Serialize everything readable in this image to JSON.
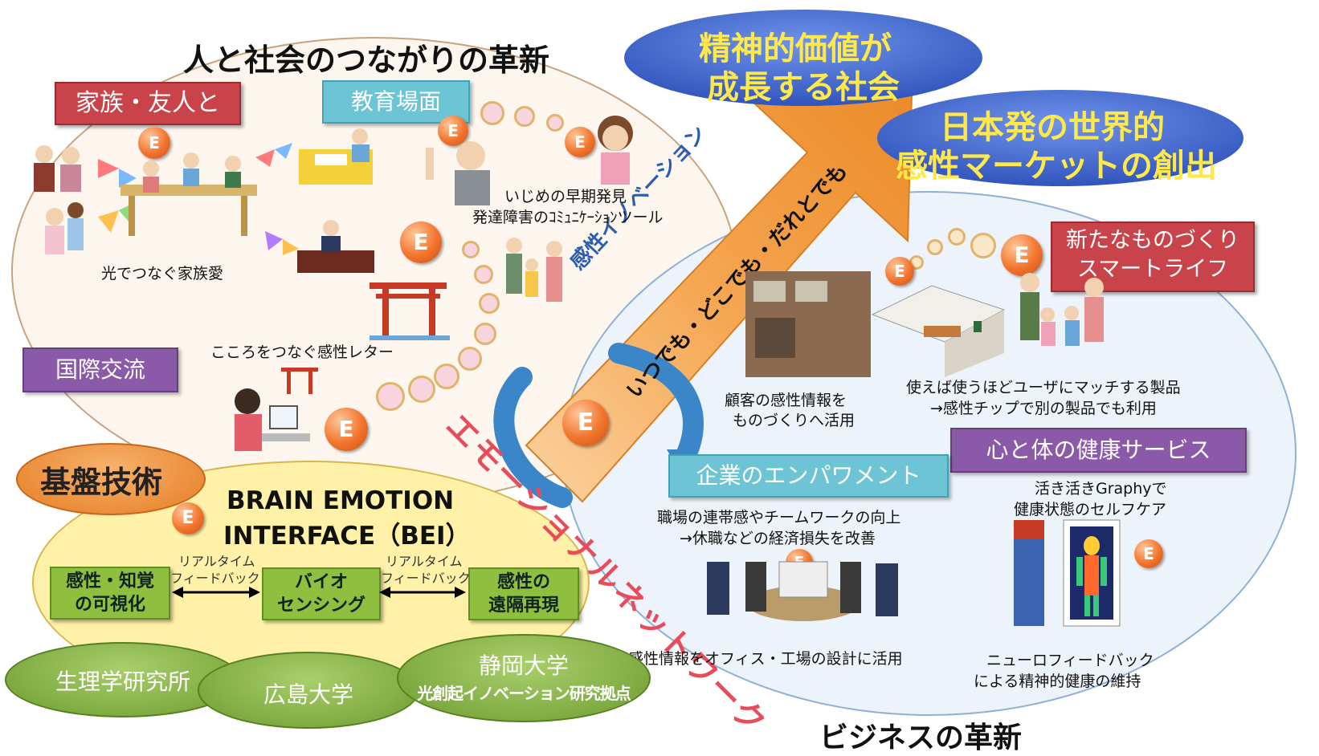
{
  "titles": {
    "society": "人と社会のつながりの革新",
    "business": "ビジネスの革新",
    "spiritual_line1": "精神的価値が",
    "spiritual_line2": "成長する社会",
    "market_line1": "日本発の世界的",
    "market_line2": "感性マーケットの創出"
  },
  "arrow": {
    "line1": "感性イノベーション",
    "line2": "いつでも・どこでも・だれとでも"
  },
  "network_label": "エモーショナルネットワーク",
  "categories": {
    "family": "家族・友人と",
    "education": "教育場面",
    "international": "国際交流",
    "manufacturing_line1": "新たなものづくり",
    "manufacturing_line2": "スマートライフ",
    "health": "心と体の健康サービス",
    "empowerment": "企業のエンパワメント",
    "foundation": "基盤技術"
  },
  "captions": {
    "family_love": "光でつなぐ家族愛",
    "bullying_line1": "いじめの早期発見",
    "bullying_line2": "発達障害のｺﾐｭﾆｹｰｼｮﾝツール",
    "kansei_letter": "こころをつなぐ感性レター",
    "customer_line1": "顧客の感性情報を",
    "customer_line2": "ものづくりへ活用",
    "product_line1": "使えば使うほどユーザにマッチする製品",
    "product_line2": "→感性チップで別の製品でも利用",
    "workplace_line1": "職場の連帯感やチームワークの向上",
    "workplace_line2": "→休職などの経済損失を改善",
    "office": "感性情報をオフィス・工場の設計に活用",
    "graphy_line1": "活き活きGraphyで",
    "graphy_line2": "健康状態のセルフケア",
    "neuro_line1": "ニューロフィードバック",
    "neuro_line2": "による精神的健康の維持"
  },
  "bei": {
    "title_line1": "BRAIN EMOTION",
    "title_line2": "INTERFACE（BEI）",
    "box1_line1": "感性・知覚",
    "box1_line2": "の可視化",
    "box2_line1": "バイオ",
    "box2_line2": "センシング",
    "box3_line1": "感性の",
    "box3_line2": "遠隔再現",
    "feedback_line1": "リアルタイム",
    "feedback_line2": "フィードバック"
  },
  "institutions": {
    "nips": "生理学研究所",
    "hiroshima": "広島大学",
    "shizuoka_line1": "静岡大学",
    "shizuoka_line2": "光創起イノベーション研究拠点"
  },
  "badge_letter": "E",
  "colors": {
    "red_box": "#c8434a",
    "blue_box": "#6cc4d4",
    "purple_box": "#8a5aa8",
    "green": "#8fbf3f",
    "orange_arrow": "#f29a3c",
    "title_yellow": "#ffe94a",
    "oval_blue": "#3f66cf"
  }
}
